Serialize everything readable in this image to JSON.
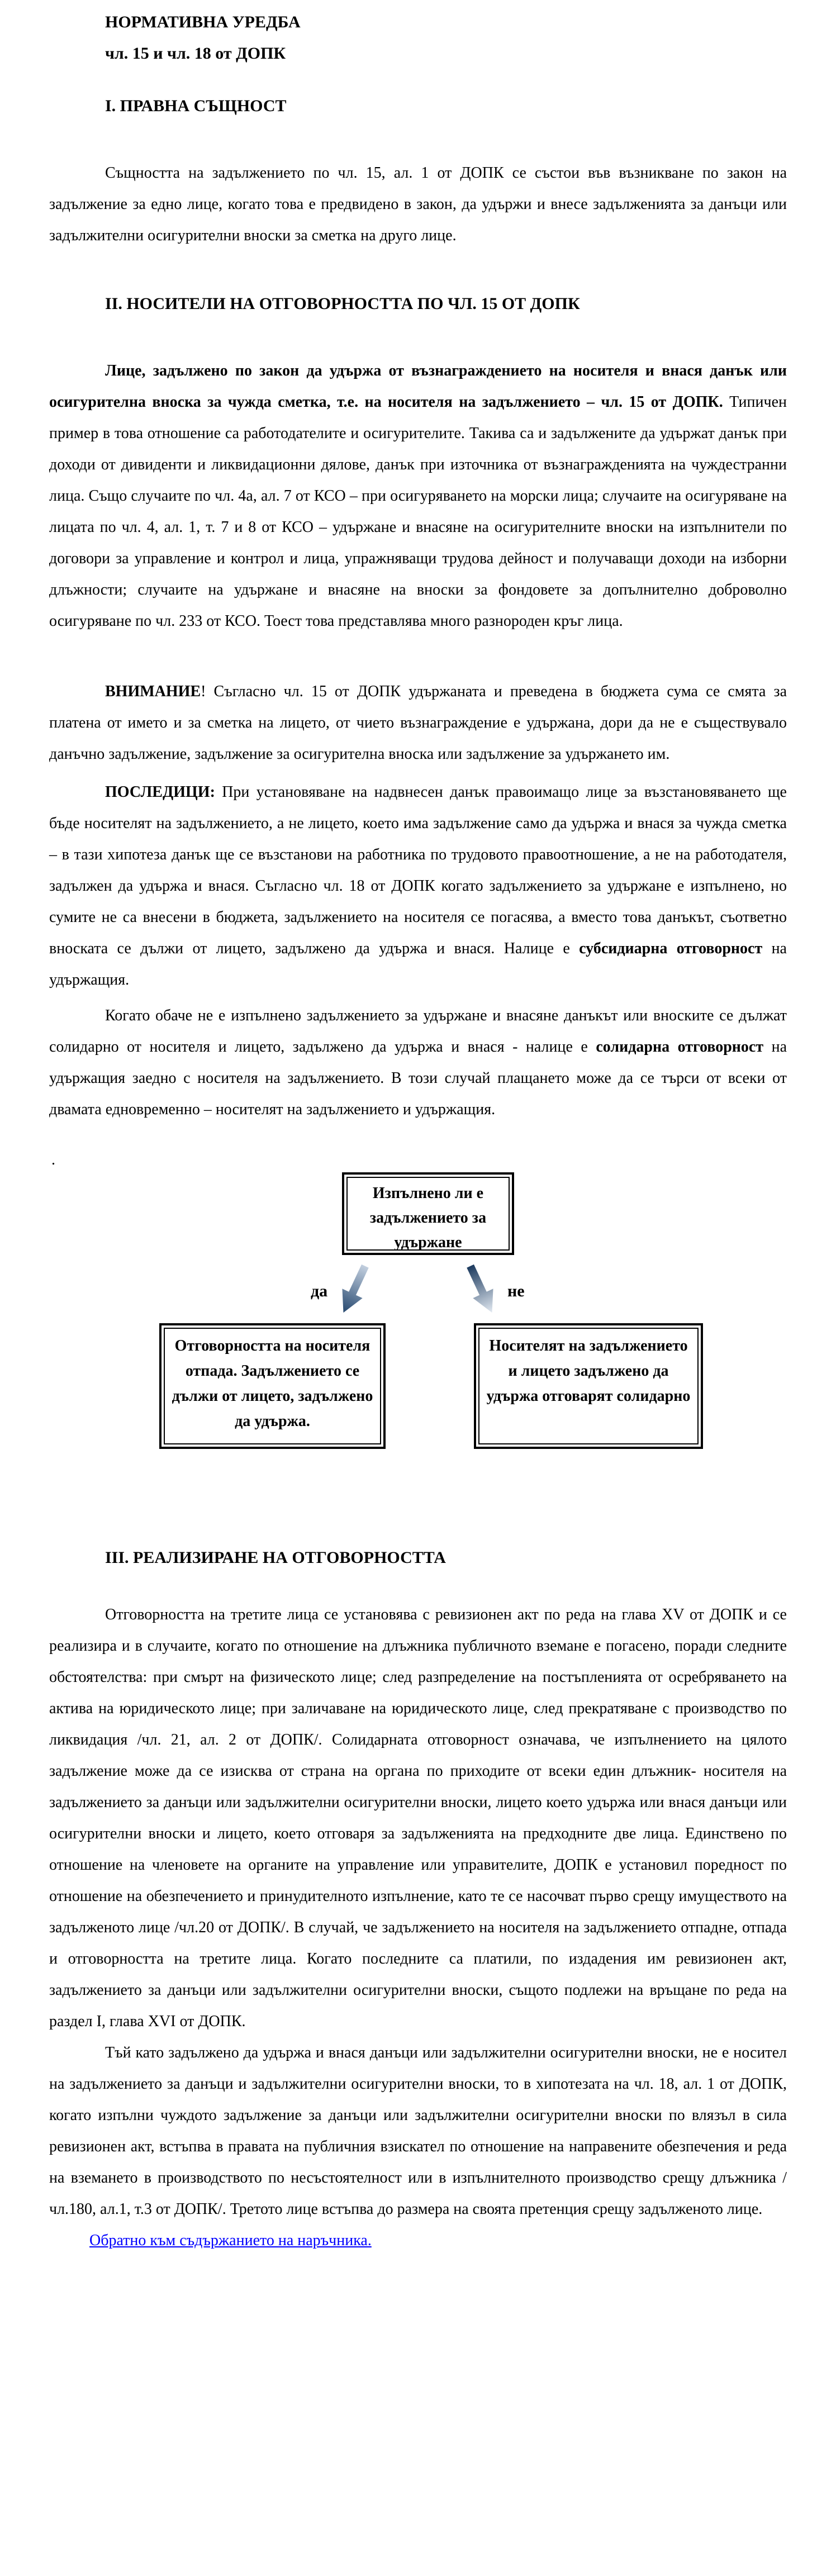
{
  "content": {
    "title": {
      "line1": "НОРМАТИВНА УРЕДБА",
      "line2": "чл. 15 и чл. 18 от ДОПК"
    },
    "s1": {
      "heading": "I. ПРАВНА СЪЩНОСТ",
      "p1": "Същността на задължението по чл. 15, ал. 1 от ДОПК се състои във възникване по закон на задължение за едно лице, когато това е предвидено в закон, да удържи и внесе задълженията за данъци или задължителни осигурителни вноски за сметка на друго лице."
    },
    "s2": {
      "heading": "II. НОСИТЕЛИ НА ОТГОВОРНОСТТА ПО ЧЛ. 15 ОТ ДОПК",
      "p1_bold": "Лице, задължено по закон да удържа от възнаграждението на носителя и внася данък или осигурителна вноска за чужда сметка, т.е. на носителя на задължението – чл. 15 от ДОПК.",
      "p1_rest": " Типичен пример в това отношение са работодателите и осигурителите. Такива са и задължените да удържат данък при доходи от дивиденти и ликвидационни дялове, данък при източника от възнагражденията на чуждестранни лица. Също случаите по чл. 4а, ал. 7 от КСО – при осигуряването на морски лица; случаите на осигуряване на лицата по чл. 4, ал. 1, т. 7 и 8 от КСО – удържане и внасяне на осигурителните вноски на изпълнители по договори за управление и контрол и лица, упражняващи трудова дейност и получаващи доходи на изборни длъжности; случаите на удържане и внасяне на вноски за фондовете за допълнително доброволно осигуряване по чл. 233 от КСО. Тоест това представлява много разнороден кръг лица.",
      "warn_bold": "ВНИМАНИЕ",
      "warn_rest": "! Съгласно чл. 15 от ДОПК удържаната и преведена в бюджета сума се смята за платена от името и за сметка на лицето, от чието възнаграждение е удържана, дори да не е съществувало данъчно задължение, задължение за осигурителна вноска или задължение за удържането им.",
      "posl_bold1": "ПОСЛЕДИЦИ:",
      "posl_rest1": " При установяване на надвнесен данък правоимащо лице за възстановяването ще бъде носителят на задължението, а не лицето, което има задължение само да удържа и внася за чужда сметка – в тази хипотеза данък ще се възстанови на работника по трудовото правоотношение, а не на работодателя, задължен да удържа и внася. Съгласно чл. 18 от ДОПК когато задължението за удържане е изпълнено, но сумите не са внесени в бюджета, задължението на носителя се погасява, а вместо това данъкът, съответно вноската се дължи от лицето, задължено да удържа и внася. Налице е ",
      "posl_bold2": "субсидиарна отговорност",
      "posl_rest2": " на удържащия.",
      "kogato_rest1": "Когато обаче не е изпълнено задължението за удържане и внасяне данъкът или вноските се дължат солидарно от носителя и лицето, задължено да удържа и внася - налице е ",
      "kogato_bold": "солидарна отговорност",
      "kogato_rest2": " на удържащия заедно с носителя на задължението. В този случай плащането може да се търси от всеки от двамата едновременно – носителят на задължението и удържащия.",
      "stray_dot": "."
    },
    "flowchart": {
      "question_box": "Изпълнено ли е задължението за удържане",
      "yes_label": "да",
      "no_label": "не",
      "yes_box": "Отговорността на носителя отпада. Задължението се дължи от лицето, задължено да удържа.",
      "no_box": "Носителят на задължението и лицето задължено да удържа отговарят солидарно"
    },
    "s3": {
      "heading": "III. РЕАЛИЗИРАНЕ НА ОТГОВОРНОСТТА",
      "p1": "Отговорността на третите лица се установява с ревизионен акт по реда на глава XV от ДОПК и се реализира и в случаите, когато по отношение на длъжника публичното вземане е погасено, поради следните обстоятелства: при смърт на физическото лице; след разпределение на постъпленията от осребряването на актива на юридическото лице; при заличаване на юридическото лице, след прекратяване с производство по ликвидация /чл. 21, ал. 2 от ДОПК/. Солидарната отговорност означава, че изпълнението на цялото задължение може да се изисква от страна на органа по приходите от всеки един длъжник- носителя на задължението за данъци или задължителни осигурителни вноски, лицето което удържа или внася данъци или осигурителни вноски и лицето, което отговаря за задълженията на предходните две лица. Единствено по отношение на членовете на органите на управление или управителите, ДОПК е установил поредност по отношение на обезпечението и принудителното изпълнение, като те се насочват първо срещу имуществото на задълженото лице /чл.20 от ДОПК/. В случай, че задължението на носителя на задължението отпадне, отпада и отговорността на третите лица. Когато последните са платили, по издадения им ревизионен акт, задължението за данъци или задължителни осигурителни вноски, същото подлежи на връщане по реда на раздел I, глава XVI от ДОПК.",
      "p2": "Тъй като задължено да удържа и внася данъци или задължителни осигурителни вноски, не е носител на задължението за данъци и задължителни осигурителни вноски, то в хипотезата на чл. 18, ал. 1 от ДОПК, когато изпълни чуждото задължение за данъци или задължителни осигурителни вноски по влязъл в сила ревизионен акт, встъпва в правата на публичния взискател по отношение на направените обезпечения и реда на вземането в производството по несъстоятелност или в изпълнителното производство срещу длъжника /чл.180, ал.1, т.3 от ДОПК/. Третото лице встъпва до размера на своята претенция срещу задълженото лице."
    },
    "footer": {
      "back_link": "Обратно към съдържанието на наръчника."
    },
    "colors": {
      "text": "#000000",
      "background": "#ffffff",
      "link": "#0000ff",
      "arrow_dark": "#1f3a60",
      "arrow_light": "#ccd8e6"
    }
  }
}
